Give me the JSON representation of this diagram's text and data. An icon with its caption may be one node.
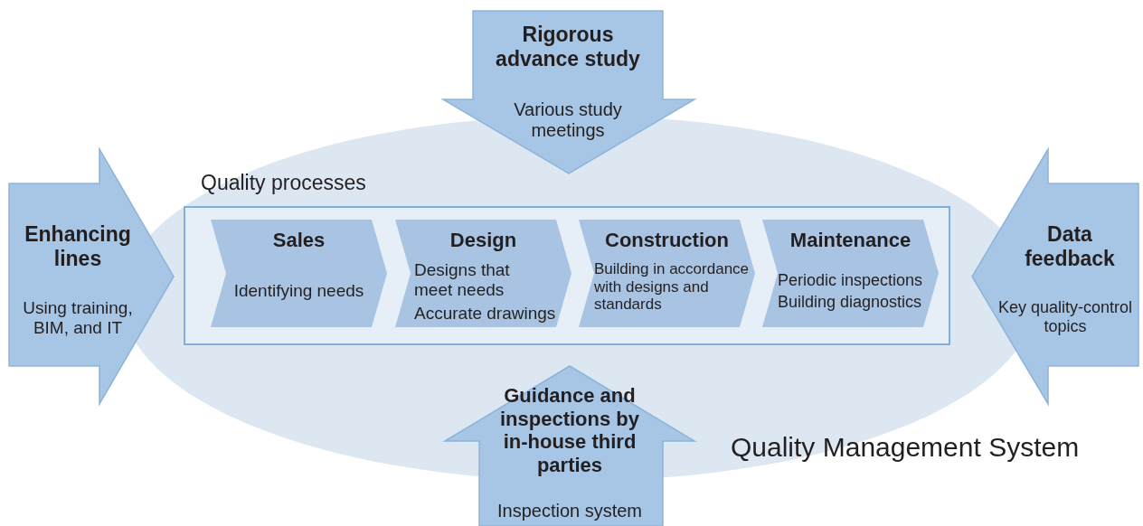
{
  "diagram": {
    "nodes": [
      {
        "text": [
          "Rigorous advance study",
          "Various study meetings"
        ]
      },
      {
        "text": [
          "Enhancing lines",
          "Using training, BIM, and IT"
        ]
      },
      {
        "text": [
          "Quality Management System"
        ]
      },
      {
        "text": [
          "Quality processes"
        ],
        "in": 2
      },
      {
        "text": [
          "Sales",
          "Identifying needs"
        ],
        "in": 3
      },
      {
        "text": [
          "Design",
          "Designs that meet needs",
          "Accurate drawings"
        ],
        "in": 3
      },
      {
        "text": [
          "Construction",
          "Building in accordance with designs and standards"
        ],
        "in": 3
      },
      {
        "text": [
          "Maintenance",
          "Periodic inspections",
          "Building diagnostics"
        ],
        "in": 3
      },
      {
        "text": [
          "Data feedback",
          "Key quality-control topics"
        ]
      },
      {
        "text": [
          "Guidance and inspections by in-house third parties",
          "Inspection system"
        ]
      }
    ]
  }
}
